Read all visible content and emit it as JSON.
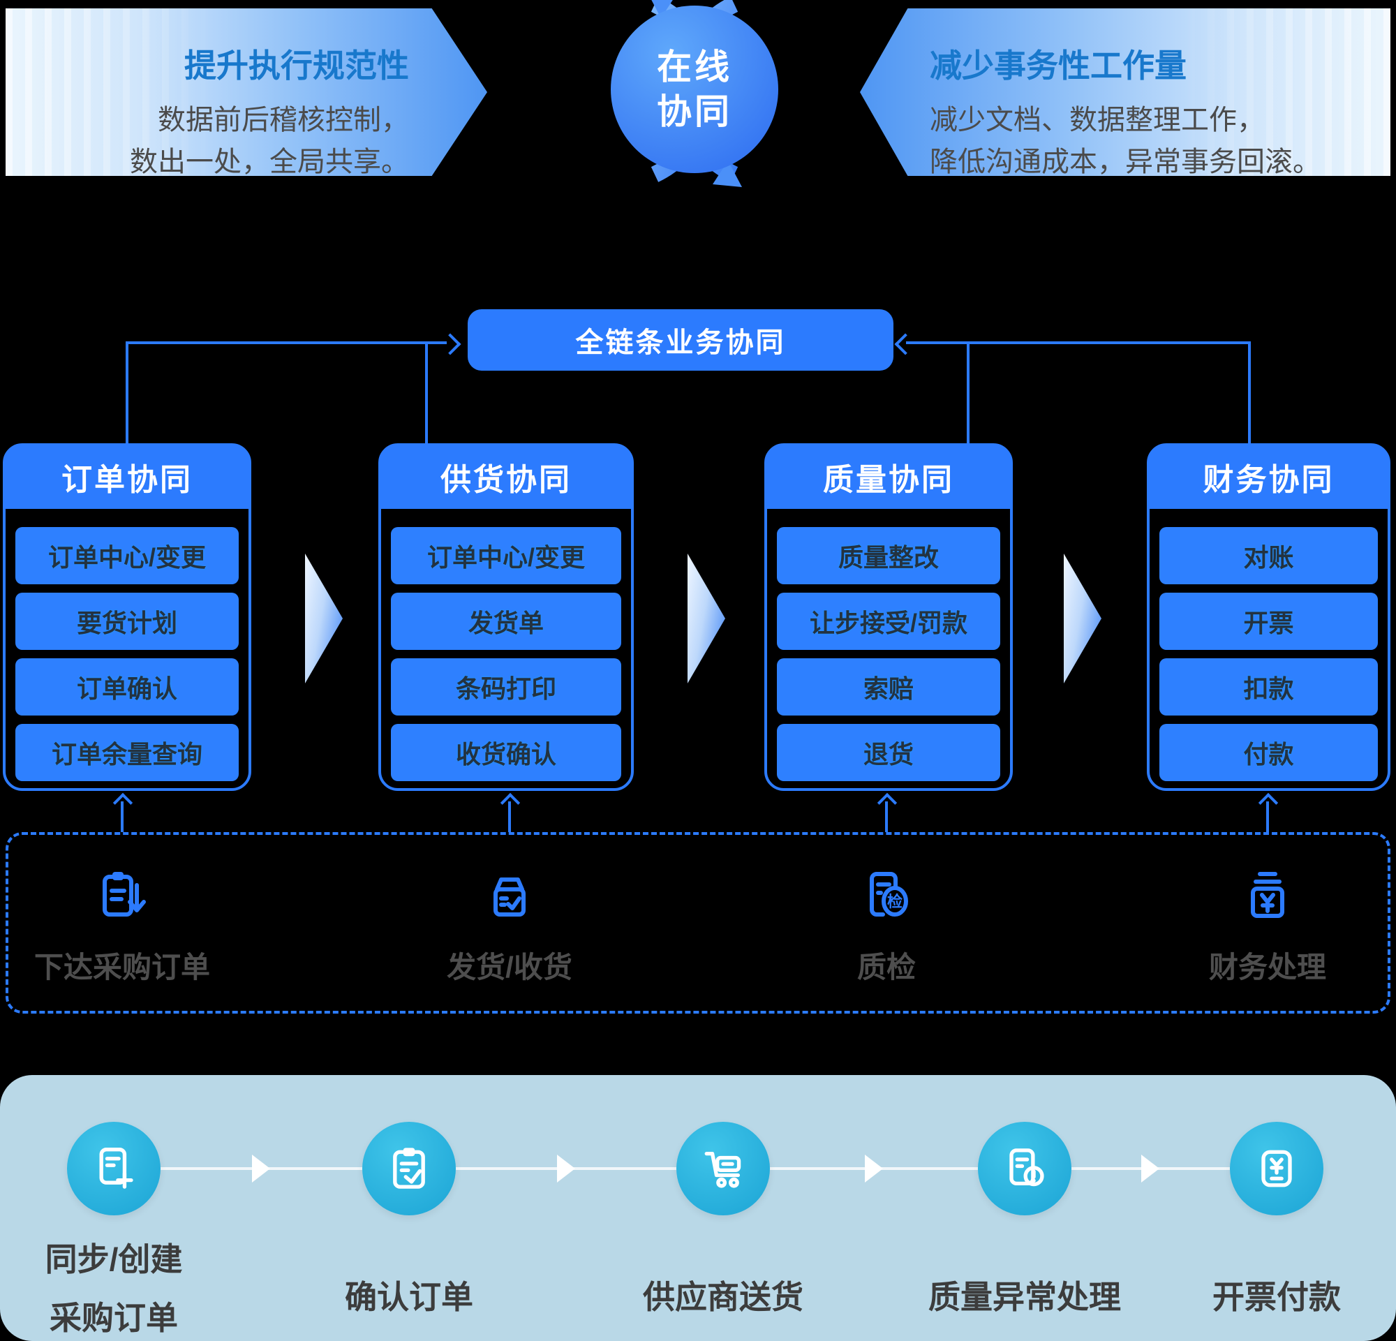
{
  "colors": {
    "primary_blue": "#2C7BFE",
    "item_blue": "#2E80FF",
    "cyan_accent": "#29B4E0",
    "panel_background": "#B9D8E7",
    "banner_title_blue": "#1878CC",
    "body_text_gray": "#4B4B4B",
    "label_dark": "#3C3C3C"
  },
  "top": {
    "left_banner": {
      "title": "提升执行规范性",
      "line1": "数据前后稽核控制，",
      "line2": "数出一处，全局共享。"
    },
    "center_circle": {
      "line1": "在线",
      "line2": "协同"
    },
    "right_banner": {
      "title": "减少事务性工作量",
      "line1": "减少文档、数据整理工作，",
      "line2": "降低沟通成本，异常事务回滚。"
    }
  },
  "hub": {
    "label": "全链条业务协同"
  },
  "columns": [
    {
      "title": "订单协同",
      "items": [
        "订单中心/变更",
        "要货计划",
        "订单确认",
        "订单余量查询"
      ]
    },
    {
      "title": "供货协同",
      "items": [
        "订单中心/变更",
        "发货单",
        "条码打印",
        "收货确认"
      ]
    },
    {
      "title": "质量协同",
      "items": [
        "质量整改",
        "让步接受/罚款",
        "索赔",
        "退货"
      ]
    },
    {
      "title": "财务协同",
      "items": [
        "对账",
        "开票",
        "扣款",
        "付款"
      ]
    }
  ],
  "process_strip": {
    "steps": [
      {
        "icon": "clipboard-arrow-down-icon",
        "label": "下达采购订单"
      },
      {
        "icon": "package-check-icon",
        "label": "发货/收货"
      },
      {
        "icon": "document-inspect-icon",
        "label": "质检",
        "badge": "检"
      },
      {
        "icon": "cashbox-yen-icon",
        "label": "财务处理"
      }
    ]
  },
  "bottom_flow": {
    "steps": [
      {
        "icon": "document-plus-icon",
        "label_line1": "同步/创建",
        "label_line2": "采购订单"
      },
      {
        "icon": "clipboard-check-icon",
        "label": "确认订单"
      },
      {
        "icon": "cart-icon",
        "label": "供应商送货"
      },
      {
        "icon": "document-warning-icon",
        "label": "质量异常处理"
      },
      {
        "icon": "voucher-yen-icon",
        "label": "开票付款"
      }
    ]
  }
}
